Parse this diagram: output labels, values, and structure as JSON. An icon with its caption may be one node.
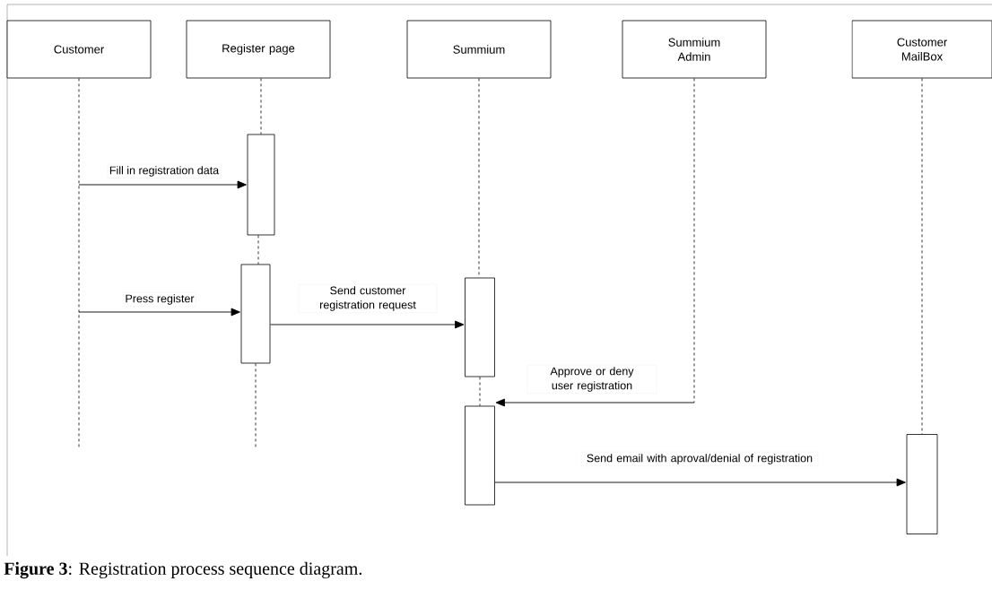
{
  "diagram": {
    "caption": "**Figure 3**: Registration process sequence diagram.",
    "nodes": [
      {
        "text": [
          "Customer"
        ]
      },
      {
        "text": [
          "Register page"
        ]
      },
      {
        "text": [
          "Summium"
        ]
      },
      {
        "text": [
          "Summium Admin"
        ]
      },
      {
        "text": [
          "Customer MailBox"
        ]
      },
      {
        "text": [],
        "shape": "bar"
      },
      {
        "text": [],
        "shape": "bar"
      },
      {
        "text": [],
        "shape": "bar"
      },
      {
        "text": [],
        "shape": "bar"
      },
      {
        "text": [],
        "shape": "bar"
      }
    ],
    "edges": [
      {
        "from": null,
        "to": 5,
        "arrow": "to",
        "label": "Fill in registration data"
      },
      {
        "from": null,
        "to": 6,
        "arrow": "to",
        "label": "Press register"
      },
      {
        "from": 6,
        "to": 7,
        "arrow": "to",
        "label": "Send customer registration request"
      },
      {
        "from": null,
        "to": 8,
        "arrow": "to",
        "label": "Approve or deny user registration"
      },
      {
        "from": 8,
        "to": 9,
        "arrow": "to",
        "label": "Send email with aproval/denial of registration"
      },
      {
        "from": 0,
        "to": null,
        "arrow": "none",
        "style": "dashed"
      },
      {
        "from": 1,
        "to": 5,
        "arrow": "none",
        "style": "dashed"
      },
      {
        "from": 5,
        "to": 6,
        "arrow": "none",
        "style": "dashed"
      },
      {
        "from": 6,
        "to": null,
        "arrow": "none",
        "style": "dashed"
      },
      {
        "from": 2,
        "to": 7,
        "arrow": "none",
        "style": "dashed"
      },
      {
        "from": 7,
        "to": 8,
        "arrow": "none",
        "style": "dashed"
      },
      {
        "from": 3,
        "to": null,
        "arrow": "none",
        "style": "dashed"
      },
      {
        "from": 4,
        "to": 9,
        "arrow": "none",
        "style": "dashed"
      }
    ]
  }
}
